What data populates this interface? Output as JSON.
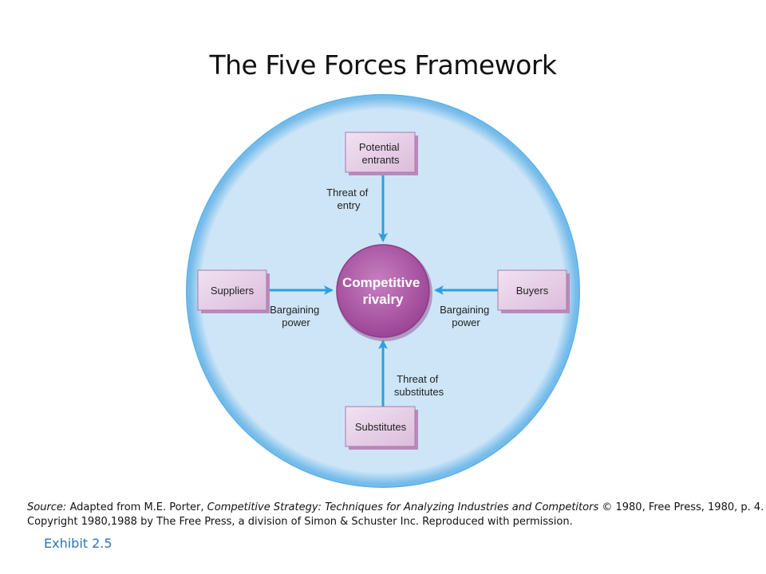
{
  "title": "The Five Forces Framework",
  "nodes": {
    "potential_entrants": [
      "Potential",
      "entrants"
    ],
    "suppliers": [
      "Suppliers"
    ],
    "buyers": [
      "Buyers"
    ],
    "substitutes": [
      "Substitutes"
    ],
    "competitive_rivalry": [
      "Competitive",
      "rivalry"
    ]
  },
  "edges": {
    "threat_of_entry": [
      "Threat of",
      "entry"
    ],
    "bargaining_power_suppliers": [
      "Bargaining",
      "power"
    ],
    "bargaining_power_buyers": [
      "Bargaining",
      "power"
    ],
    "threat_of_substitutes": [
      "Threat of",
      "substitutes"
    ]
  },
  "source": {
    "label": "Source:",
    "text1": " Adapted from M.E. Porter, ",
    "book": "Competitive Strategy: Techniques for Analyzing Industries and Competitors",
    "text2": " © 1980,  Free Press, 1980, p. 4.",
    "line2": "Copyright 1980,1988 by The Free Press, a division of Simon & Schuster Inc. Reproduced with permission."
  },
  "exhibit": "Exhibit 2.5",
  "colors": {
    "circle_fill": "#cde5f7",
    "circle_ring": "#6ab4e8",
    "box_fill": "#e6cfe6",
    "center_fill": "#b05aa8",
    "arrow": "#2f9ee0"
  }
}
